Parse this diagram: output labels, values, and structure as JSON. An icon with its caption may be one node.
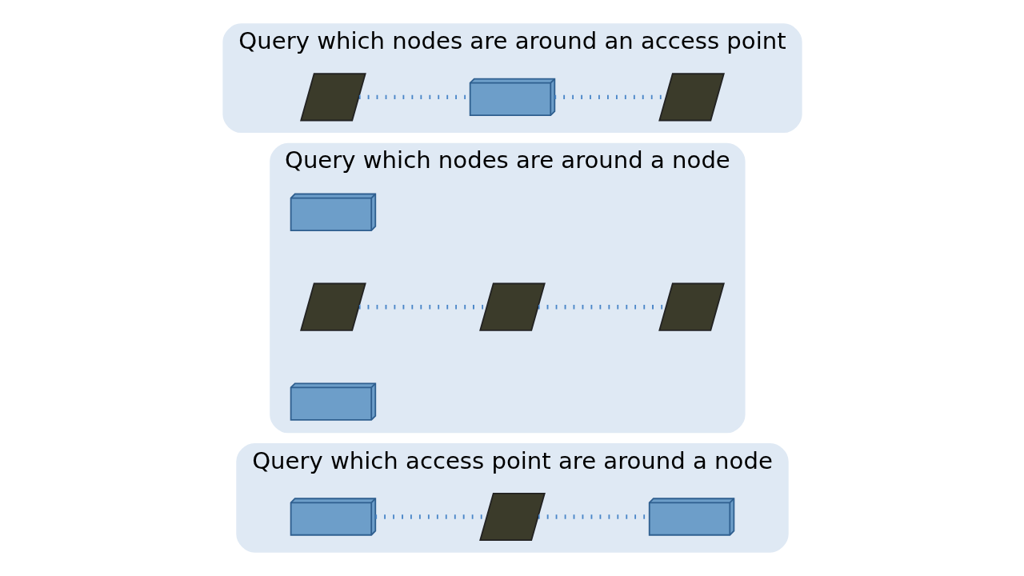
{
  "diagram": {
    "nodes": [
      {
        "text": [
          "Query which access point are around a node"
        ]
      },
      {
        "text": [],
        "shape": "picture",
        "in": 0
      },
      {
        "text": [],
        "shape": "picture",
        "in": 0
      },
      {
        "text": [],
        "shape": "picture",
        "in": 0
      },
      {
        "text": [
          "Query which nodes are around a node"
        ]
      },
      {
        "text": [],
        "shape": "picture",
        "in": 4
      },
      {
        "text": [],
        "shape": "picture",
        "in": 4
      },
      {
        "text": [],
        "shape": "picture",
        "in": 4
      },
      {
        "text": [],
        "shape": "picture",
        "in": 4
      },
      {
        "text": [],
        "shape": "picture",
        "in": 4
      },
      {
        "text": [
          "Query which nodes are around an access point"
        ]
      },
      {
        "text": [],
        "shape": "picture",
        "in": 10
      },
      {
        "text": [],
        "shape": "picture",
        "in": 10
      },
      {
        "text": [],
        "shape": "picture",
        "in": 10
      }
    ],
    "edges": [
      {
        "from": 1,
        "to": 2,
        "arrow": "none",
        "style": "dashed"
      },
      {
        "from": 2,
        "to": 3,
        "arrow": "none",
        "style": "dashed"
      },
      {
        "from": 6,
        "to": 7,
        "arrow": "none",
        "style": "dashed"
      },
      {
        "from": 7,
        "to": 9,
        "arrow": "none",
        "style": "dashed"
      },
      {
        "from": 11,
        "to": 12,
        "arrow": "none",
        "style": "dashed"
      },
      {
        "from": 12,
        "to": 13,
        "arrow": "none",
        "style": "dashed"
      }
    ]
  }
}
